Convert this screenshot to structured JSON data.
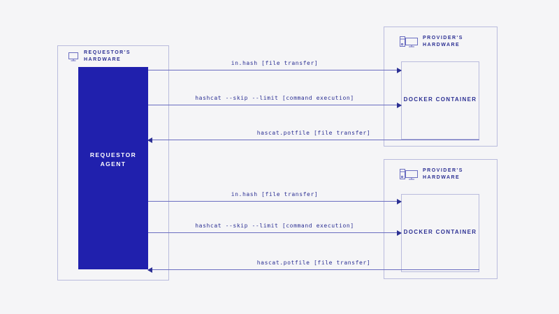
{
  "diagram": {
    "background_color": "#f5f5f7",
    "accent_color": "#2020ad",
    "line_color": "#6a6dc0",
    "text_color": "#2b2f93",
    "border_color": "#b9bbdd"
  },
  "requestor": {
    "hardware_label": "REQUESTOR'S\nHARDWARE",
    "hardware_icon": "monitor-icon",
    "agent_label": "REQUESTOR\nAGENT"
  },
  "providers": [
    {
      "hardware_label": "PROVIDER'S\nHARDWARE",
      "hardware_icon": "desktop-tower-monitor-icon",
      "container_label": "DOCKER\nCONTAINER"
    },
    {
      "hardware_label": "PROVIDER'S\nHARDWARE",
      "hardware_icon": "desktop-tower-monitor-icon",
      "container_label": "DOCKER\nCONTAINER"
    }
  ],
  "flows": [
    {
      "label": "in.hash [file transfer]",
      "direction": "right",
      "section": "top"
    },
    {
      "label": "hashcat --skip --limit [command execution]",
      "direction": "right",
      "section": "top"
    },
    {
      "label": "hascat.potfile [file transfer]",
      "direction": "left",
      "section": "top"
    },
    {
      "label": "in.hash [file transfer]",
      "direction": "right",
      "section": "bottom"
    },
    {
      "label": "hashcat --skip --limit [command execution]",
      "direction": "right",
      "section": "bottom"
    },
    {
      "label": "hascat.potfile [file transfer]",
      "direction": "left",
      "section": "bottom"
    }
  ]
}
